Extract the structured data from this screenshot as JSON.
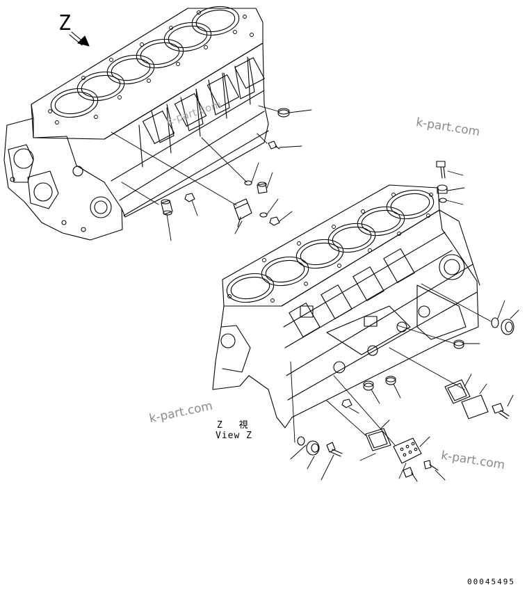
{
  "labels": {
    "view_letter": "Z",
    "view_jp": "Z 視",
    "view_en": "View Z",
    "doc_number": "00045495"
  },
  "watermarks": [
    "k-part.com",
    "k-part.com",
    "k-part.com",
    "k-part.com"
  ],
  "colors": {
    "line": "#000000",
    "background": "#ffffff",
    "watermark": "#8a8a8a"
  }
}
